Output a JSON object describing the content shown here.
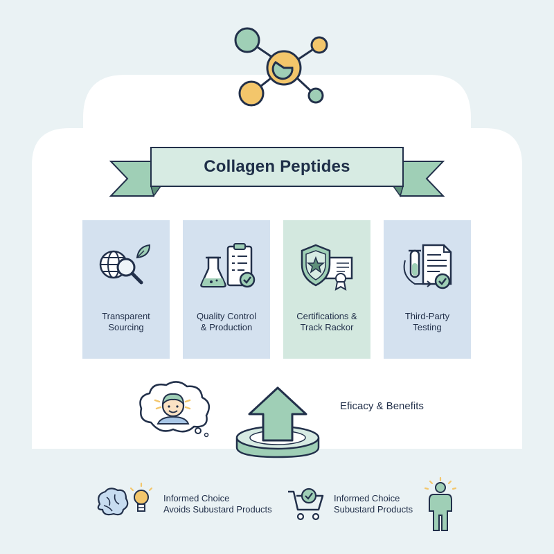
{
  "title": "Collagen Peptides",
  "cards": [
    {
      "label": "Transparent\nSourcing",
      "icon": "globe-magnifier-leaf-icon"
    },
    {
      "label": "Quality Control\n& Production",
      "icon": "flask-clipboard-icon"
    },
    {
      "label": "Certifications &\nTrack Rackor",
      "icon": "shield-certificate-icon"
    },
    {
      "label": "Third-Party\nTesting",
      "icon": "test-tube-document-icon"
    }
  ],
  "benefit": {
    "label": "Eficacy & Benefits"
  },
  "bottom": [
    {
      "label": "Informed Choice\nAvoids Subustard Products",
      "icon": "brain-bulb-icon"
    },
    {
      "label": "Informed Choice\nSubustard Products",
      "icon": "cart-check-icon"
    }
  ],
  "colors": {
    "navy": "#22304a",
    "mint": "#9fcfb6",
    "teal": "#7ab89f",
    "gold": "#f3c66b",
    "card_blue": "#d4e1ef",
    "card_green": "#d3e8df",
    "background": "#eaf2f4"
  }
}
